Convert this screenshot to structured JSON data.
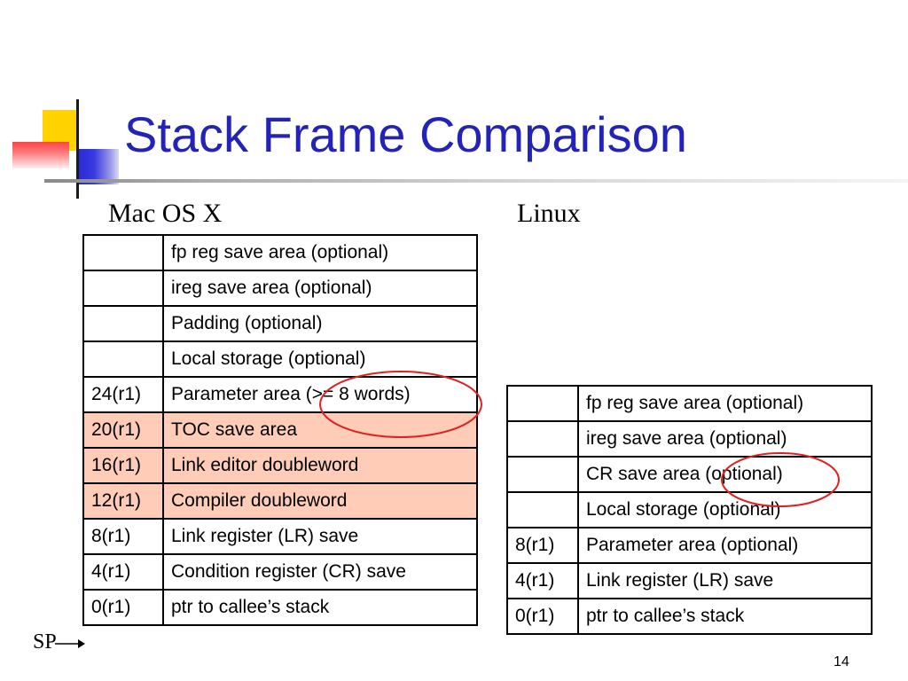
{
  "slide": {
    "title": "Stack Frame Comparison",
    "page_number": "14"
  },
  "mac": {
    "heading": "Mac OS X",
    "rows": [
      {
        "offset": "",
        "label": "fp reg save area (optional)"
      },
      {
        "offset": "",
        "label": "ireg save area (optional)"
      },
      {
        "offset": "",
        "label": "Padding (optional)"
      },
      {
        "offset": "",
        "label": "Local storage (optional)"
      },
      {
        "offset": "24(r1)",
        "label": "Parameter area (>= 8 words)"
      },
      {
        "offset": "20(r1)",
        "label": "TOC save area"
      },
      {
        "offset": "16(r1)",
        "label": "Link editor doubleword"
      },
      {
        "offset": "12(r1)",
        "label": "Compiler doubleword"
      },
      {
        "offset": "8(r1)",
        "label": "Link register (LR) save"
      },
      {
        "offset": "4(r1)",
        "label": "Condition register (CR) save"
      },
      {
        "offset": "0(r1)",
        "label": "ptr to callee’s stack"
      }
    ]
  },
  "linux": {
    "heading": "Linux",
    "rows": [
      {
        "offset": "",
        "label": "fp reg save area (optional)"
      },
      {
        "offset": "",
        "label": "ireg save area (optional)"
      },
      {
        "offset": "",
        "label": "CR save area (optional)"
      },
      {
        "offset": "",
        "label": "Local storage (optional)"
      },
      {
        "offset": "8(r1)",
        "label": "Parameter area (optional)"
      },
      {
        "offset": "4(r1)",
        "label": "Link register (LR) save"
      },
      {
        "offset": "0(r1)",
        "label": "ptr to callee’s stack"
      }
    ]
  },
  "sp_label": "SP",
  "colors": {
    "title": "#2323b9",
    "highlight_row": "#ffccb8",
    "annotation_oval": "#e02020",
    "accent_yellow": "#ffd200",
    "accent_blue": "#2a2ad8",
    "accent_red": "#ff4444"
  }
}
